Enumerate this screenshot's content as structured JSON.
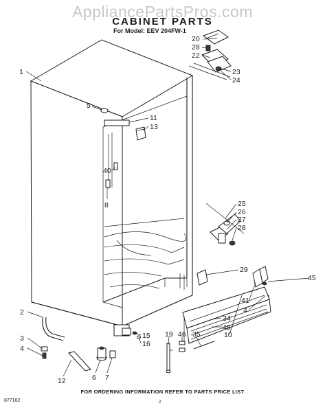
{
  "watermark": "AppliancePartsPros.com",
  "title": "CABINET PARTS",
  "model": "For Model: EEV 204FW-1",
  "footnote": "FOR ORDERING INFORMATION REFER TO PARTS PRICE LIST",
  "code": "877162",
  "page": "2",
  "labels": {
    "l1": "1",
    "l2": "2",
    "l3": "3",
    "l4a": "4",
    "l4b": "4",
    "l5": "5",
    "l6": "6",
    "l7": "7",
    "l8": "8",
    "l10": "10",
    "l11": "11",
    "l12": "12",
    "l13": "13",
    "l15": "15",
    "l16": "16",
    "l19": "19",
    "l20": "20",
    "l22": "22",
    "l23": "23",
    "l24": "24",
    "l25": "25",
    "l26": "26",
    "l27": "27",
    "l28a": "28",
    "l28b": "28",
    "l29": "29",
    "l34": "34",
    "l35": "35",
    "l40": "40",
    "l41": "41",
    "l45": "45",
    "l46": "46",
    "l48": "48"
  }
}
